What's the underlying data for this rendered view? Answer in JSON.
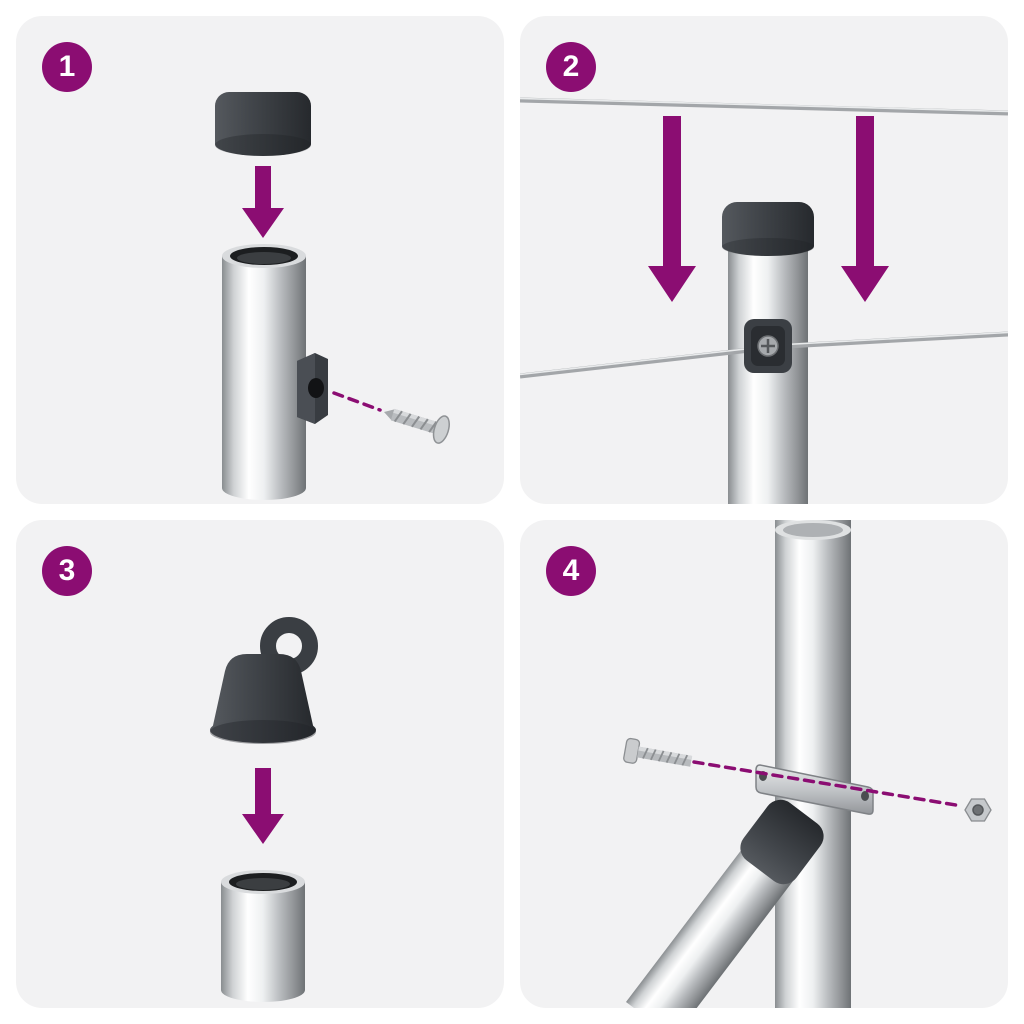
{
  "colors": {
    "accent": "#8B0D72",
    "panel_background": "#F2F2F3",
    "page_background": "#FFFFFF",
    "cap_color": "#3A3E43",
    "metal_highlight": "#FFFFFF",
    "metal_shadow": "#6E7275",
    "wire_color": "#A3A6A9",
    "badge_text_color": "#FFFFFF"
  },
  "panels": [
    {
      "number": "1",
      "icons": [
        "post-cap",
        "down-arrow",
        "steel-post",
        "mounting-bracket",
        "screw",
        "dashed-guide-line"
      ]
    },
    {
      "number": "2",
      "icons": [
        "tension-wire-top",
        "down-arrow",
        "down-arrow",
        "capped-post",
        "wire-clip",
        "tension-wire"
      ]
    },
    {
      "number": "3",
      "icons": [
        "eyelet-cap",
        "down-arrow",
        "steel-post"
      ]
    },
    {
      "number": "4",
      "icons": [
        "steel-post",
        "brace-pole",
        "brace-end-fitting",
        "clamp-strap",
        "bolt",
        "nut",
        "dashed-guide-line"
      ]
    }
  ]
}
